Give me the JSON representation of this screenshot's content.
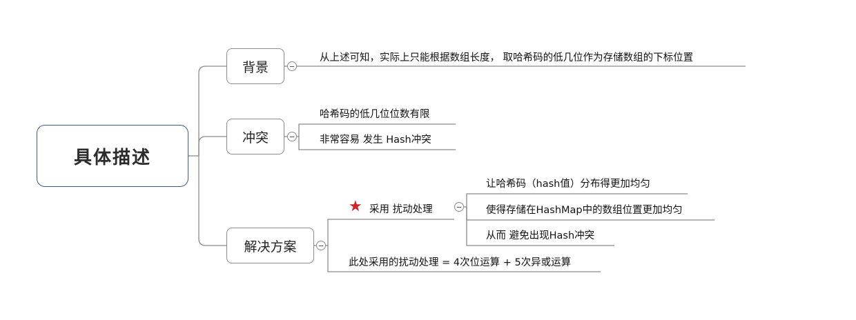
{
  "root": {
    "label": "具体描述"
  },
  "branches": {
    "background": {
      "label": "背景",
      "items": [
        "从上述可知，实际上只能根据数组长度， 取哈希码的低几位作为存储数组的下标位置"
      ]
    },
    "conflict": {
      "label": "冲突",
      "items": [
        "哈希码的低几位位数有限",
        "非常容易 发生 Hash冲突"
      ]
    },
    "solution": {
      "label": "解决方案",
      "sub": {
        "label": "采用 扰动处理",
        "items": [
          "让哈希码（hash值）分布得更加均匀",
          "使得存储在HashMap中的数组位置更加均匀",
          "从而 避免出现Hash冲突"
        ]
      },
      "note": "此处采用的扰动处理 = 4次位运算 + 5次异或运算"
    }
  },
  "colors": {
    "root_border": "#3f5a80",
    "node_border": "#8a8a8a",
    "line": "#8a8a8a",
    "star": "#d42121"
  },
  "icons": {
    "collapse": "minus-circle-icon",
    "priority": "star-icon"
  }
}
